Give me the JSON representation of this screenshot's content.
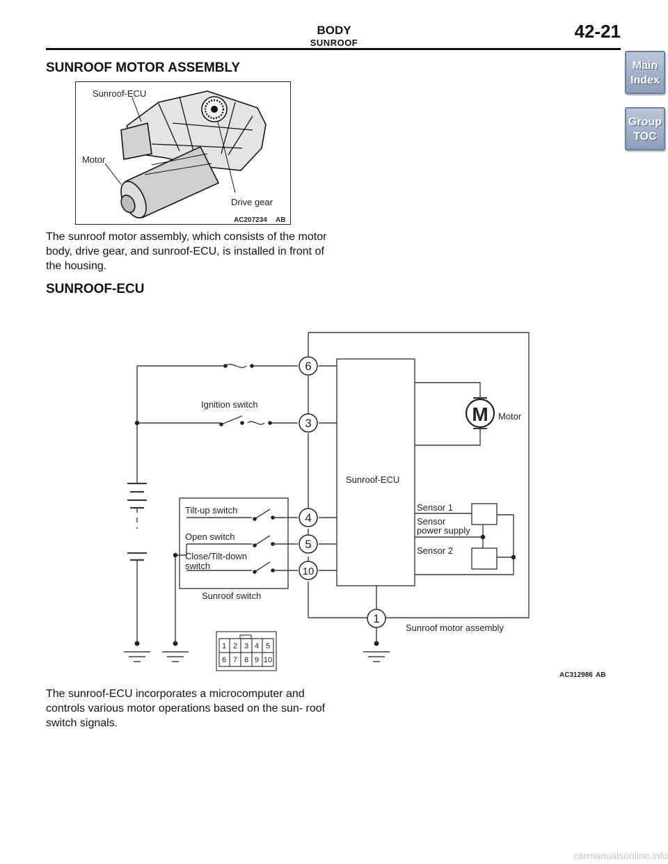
{
  "header": {
    "title": "BODY",
    "subtitle": "SUNROOF",
    "page_number": "42-21"
  },
  "side_nav": {
    "main_index": [
      "Main",
      "Index"
    ],
    "group_toc": [
      "Group",
      "TOC"
    ]
  },
  "section1": {
    "heading": "SUNROOF MOTOR ASSEMBLY",
    "figure": {
      "label_ecu": "Sunroof-ECU",
      "label_motor": "Motor",
      "label_gear": "Drive gear",
      "figure_id": "AC207234",
      "figure_rev": "AB"
    },
    "paragraph": "The sunroof motor assembly, which consists of the motor body, drive gear, and sunroof-ECU, is installed in front of the housing."
  },
  "section2": {
    "heading": "SUNROOF-ECU",
    "diagram": {
      "ignition_switch": "Ignition switch",
      "motor": "Motor",
      "motor_symbol": "M",
      "ecu": "Sunroof-ECU",
      "tilt_up_switch": "Tilt-up switch",
      "open_switch": "Open switch",
      "close_line1": "Close/Tilt-down",
      "close_line2": "switch",
      "sunroof_switch": "Sunroof switch",
      "sensor1": "Sensor 1",
      "sensor_ps_line1": "Sensor",
      "sensor_ps_line2": "power supply",
      "sensor2": "Sensor 2",
      "motor_assembly": "Sunroof motor assembly",
      "pins": [
        "6",
        "3",
        "4",
        "5",
        "10",
        "1"
      ],
      "connector_top": [
        "1",
        "2",
        "3",
        "4",
        "5"
      ],
      "connector_bottom": [
        "6",
        "7",
        "8",
        "9",
        "10"
      ],
      "figure_id": "AC312986",
      "figure_rev": "AB"
    },
    "paragraph": "The sunroof-ECU incorporates a microcomputer and controls various motor operations based on the sun- roof switch signals."
  },
  "footer": {
    "watermark": "carmanualsonline.info"
  }
}
